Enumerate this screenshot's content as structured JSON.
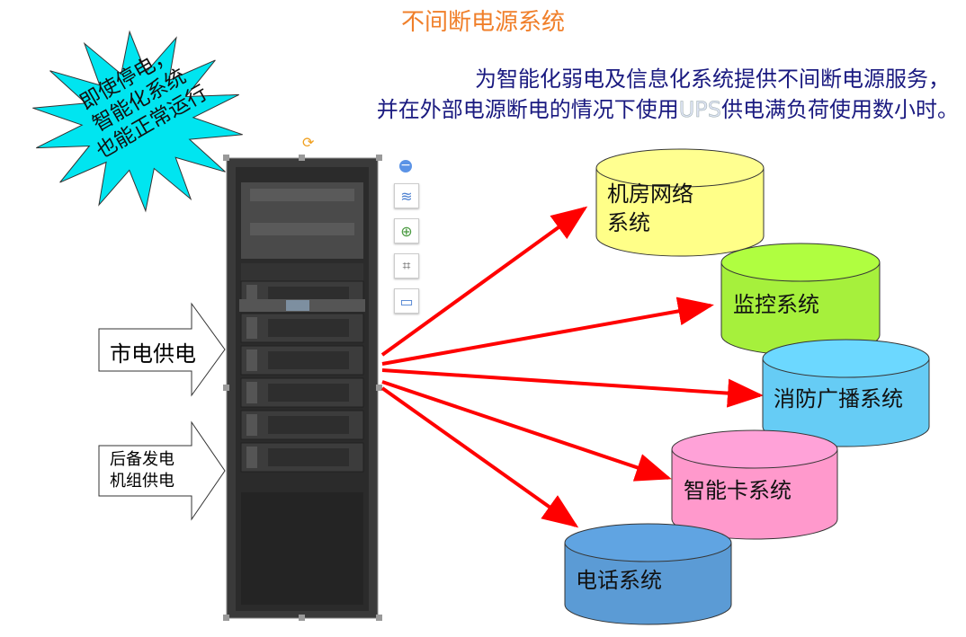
{
  "title": "不间断电源系统",
  "subtitle": {
    "line1": "为智能化弱电及信息化系统提供不间断电源服务，",
    "line2_before": "并在外部电源断电的情况下使用",
    "line2_ups": "UPS",
    "line2_after": "供电满负荷使用数小时。"
  },
  "starburst": {
    "lines": [
      "即使停电，",
      "智能化系统",
      "也能正常运行"
    ],
    "color": "#00e5f0"
  },
  "inputs": [
    {
      "label": "市电供电"
    },
    {
      "label": "后备发电机组供电",
      "lines": [
        "后备发电",
        "机组供电"
      ]
    }
  ],
  "systems": [
    {
      "label": "机房网络\n系统",
      "color": "#ffff88"
    },
    {
      "label": "监控系统",
      "color": "#a6f03c"
    },
    {
      "label": "消防广播系统",
      "color": "#66ccf5"
    },
    {
      "label": "智能卡系统",
      "color": "#ff99cc"
    },
    {
      "label": "电话系统",
      "color": "#5b9bd5"
    }
  ],
  "arrow_color": "#ff0000",
  "toolbar": [
    "collapse",
    "layers",
    "zoom",
    "crop",
    "frame"
  ]
}
